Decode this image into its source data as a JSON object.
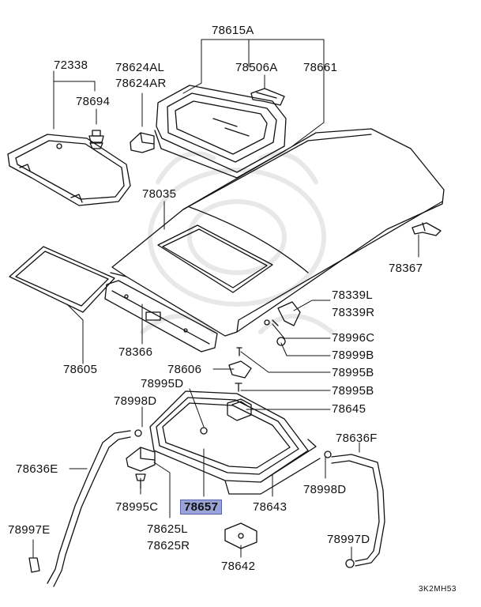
{
  "diagram_code": "3K2MH53",
  "highlight_color": "#9aa3d8",
  "labels": {
    "p78615A": "78615A",
    "p72338": "72338",
    "p78624AL": "78624AL",
    "p78624AR": "78624AR",
    "p78506A": "78506A",
    "p78661": "78661",
    "p78694": "78694",
    "p78035": "78035",
    "p78367": "78367",
    "p78339L": "78339L",
    "p78339R": "78339R",
    "p78996C": "78996C",
    "p78999B": "78999B",
    "p78366": "78366",
    "p78605": "78605",
    "p78606": "78606",
    "p78995B_1": "78995B",
    "p78995D": "78995D",
    "p78995B_2": "78995B",
    "p78998D_1": "78998D",
    "p78645": "78645",
    "p78636F": "78636F",
    "p78636E": "78636E",
    "p78998D_2": "78998D",
    "p78995C": "78995C",
    "p78657": "78657",
    "p78643": "78643",
    "p78997E": "78997E",
    "p78625L": "78625L",
    "p78625R": "78625R",
    "p78997D": "78997D",
    "p78642": "78642"
  }
}
